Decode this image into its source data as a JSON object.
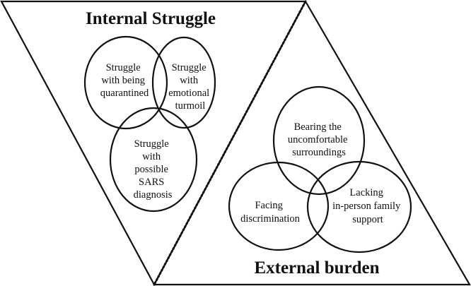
{
  "internal": {
    "title": "Internal Struggle",
    "circles": [
      {
        "lines": [
          "Struggle",
          "with being",
          "quarantined"
        ]
      },
      {
        "lines": [
          "Struggle",
          "with",
          "emotional",
          "turmoil"
        ]
      },
      {
        "lines": [
          "Struggle",
          "with",
          "possible",
          "SARS",
          "diagnosis"
        ]
      }
    ]
  },
  "external": {
    "title": "External burden",
    "circles": [
      {
        "lines": [
          "Bearing the",
          "uncomfortable",
          "surroundings"
        ]
      },
      {
        "lines": [
          "Facing",
          "discrimination"
        ]
      },
      {
        "lines": [
          "Lacking",
          "in-person family",
          "support"
        ]
      }
    ]
  }
}
